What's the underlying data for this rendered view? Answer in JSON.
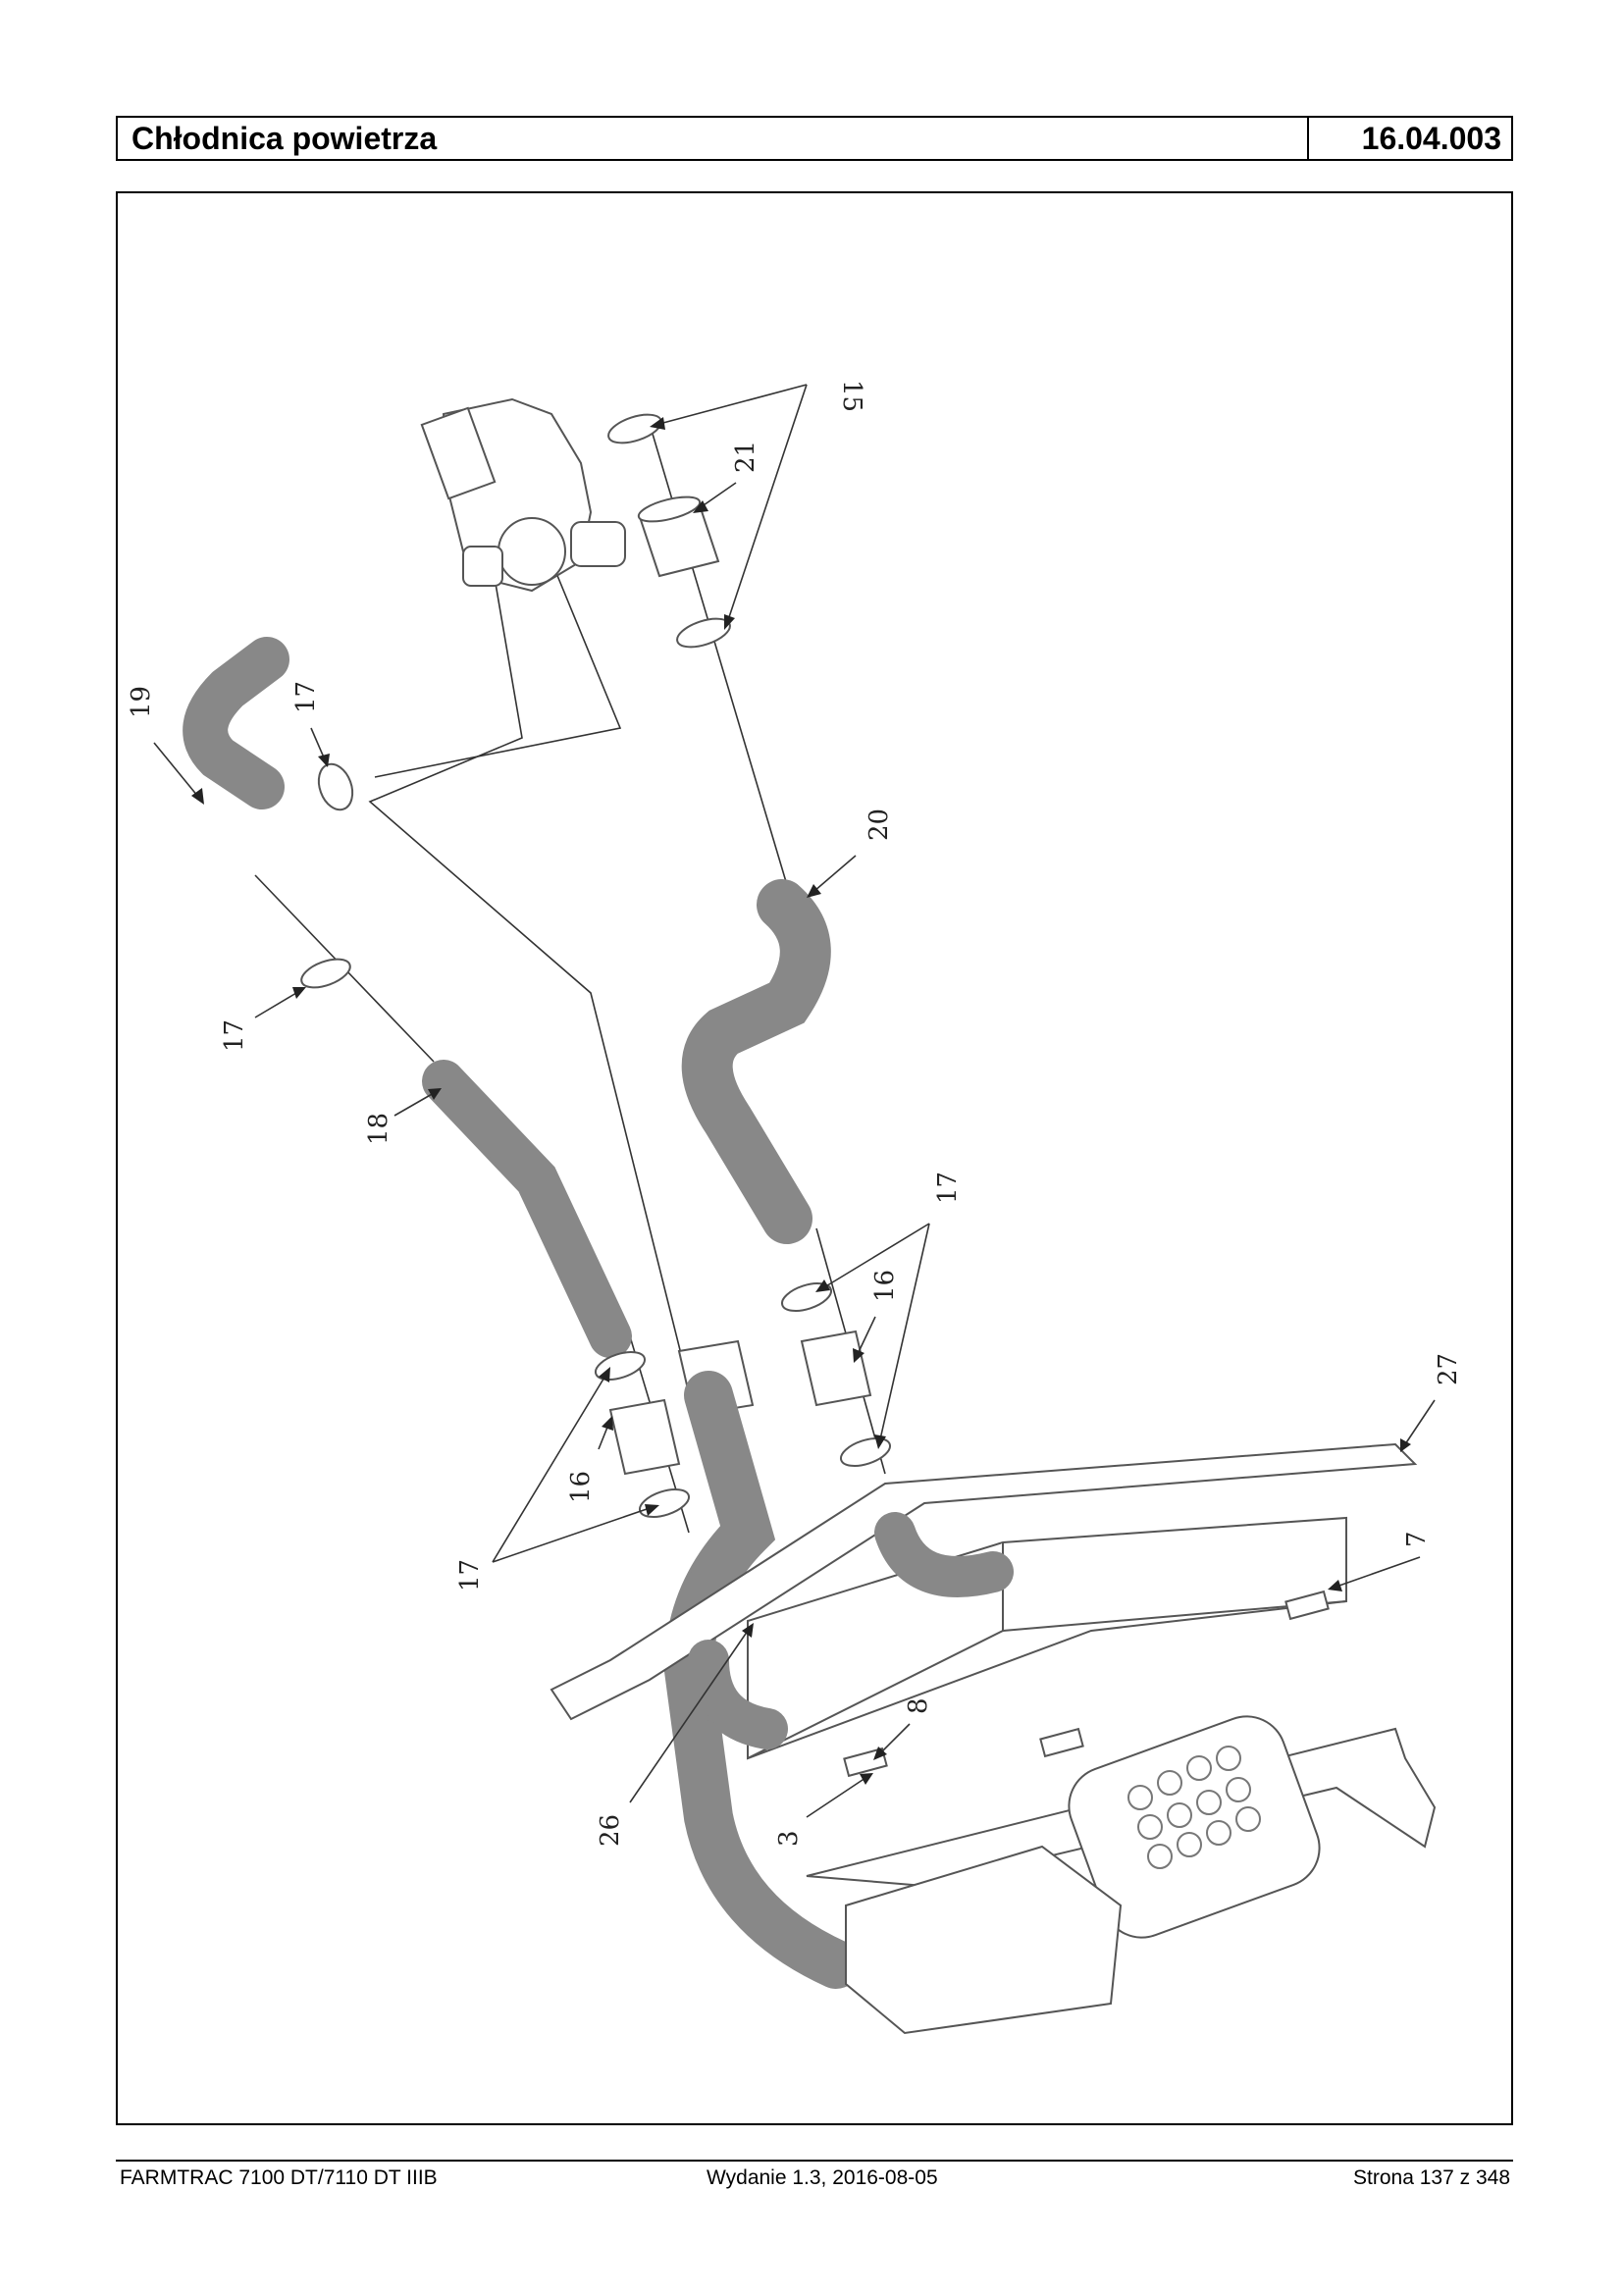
{
  "header": {
    "title": "Chłodnica powietrza",
    "code": "16.04.003"
  },
  "diagram": {
    "labels": {
      "l15": "15",
      "l21": "21",
      "l19": "19",
      "l17a": "17",
      "l17b": "17",
      "l20": "20",
      "l18": "18",
      "l17c": "17",
      "l16a": "16",
      "l27": "27",
      "l16b": "16",
      "l17d": "17",
      "l7": "7",
      "l8": "8",
      "l26": "26",
      "l3": "3"
    }
  },
  "footer": {
    "left": "FARMTRAC 7100 DT/7110 DT IIIB",
    "middle": "Wydanie 1.3,  2016-08-05",
    "right": "Strona 137 z 348"
  }
}
